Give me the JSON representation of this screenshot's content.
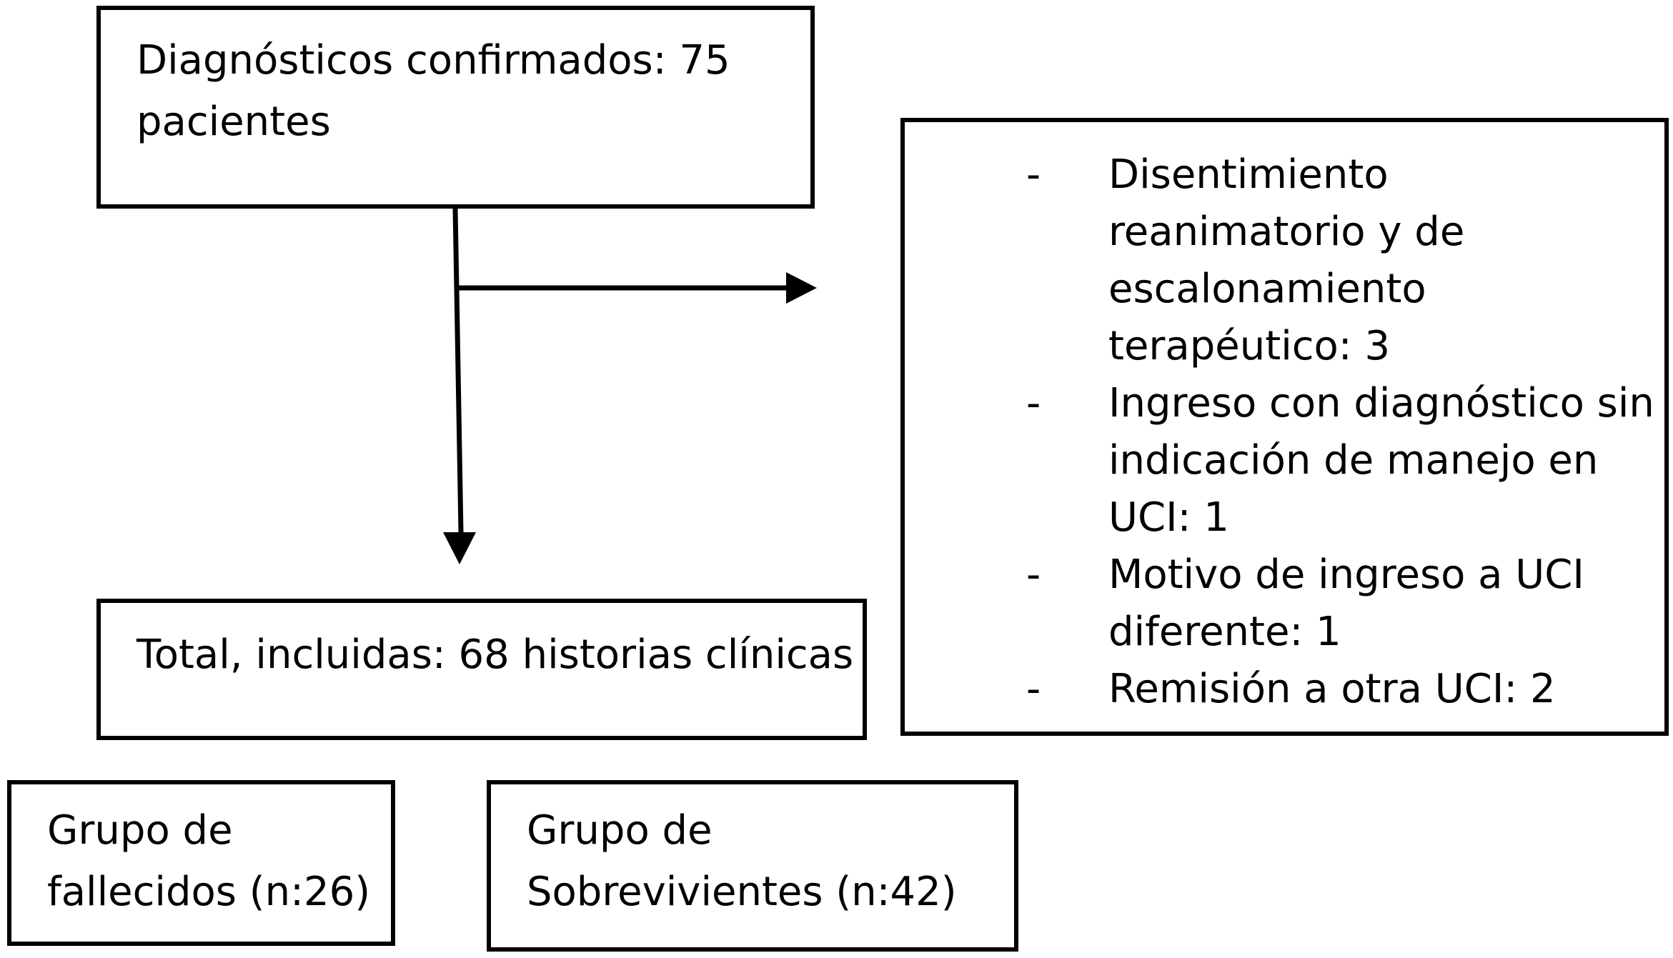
{
  "diagram": {
    "confirmed": {
      "lines": [
        "Diagnósticos confirmados: 75",
        "pacientes"
      ]
    },
    "exclusions": {
      "dash": "-",
      "items": [
        {
          "lines": [
            "Disentimiento",
            "reanimatorio y de",
            "escalonamiento",
            "terapéutico: 3"
          ]
        },
        {
          "lines": [
            "Ingreso con diagnóstico sin",
            "indicación de manejo en",
            "UCI: 1"
          ]
        },
        {
          "lines": [
            "Motivo de ingreso a UCI",
            "diferente: 1"
          ]
        },
        {
          "lines": [
            "Remisión a otra UCI: 2"
          ]
        }
      ]
    },
    "total": {
      "text": "Total, incluidas: 68 historias clínicas"
    },
    "deceased": {
      "lines": [
        "Grupo de",
        "fallecidos (n:26)"
      ]
    },
    "survivors": {
      "lines": [
        "Grupo de",
        "Sobrevivientes (n:42)"
      ]
    },
    "colors": {
      "line": "#000000",
      "background": "#ffffff"
    }
  }
}
